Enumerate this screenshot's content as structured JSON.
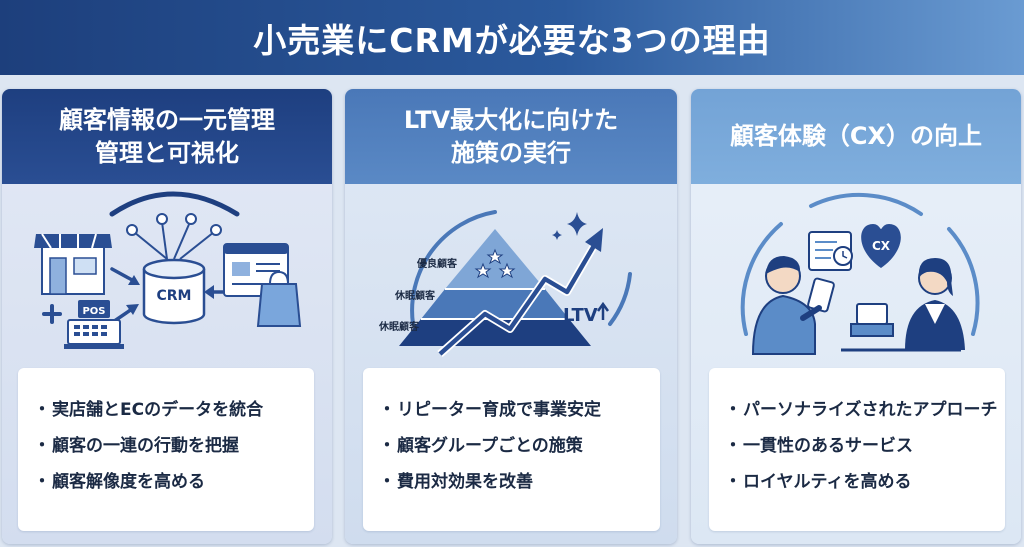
{
  "title": "小売業にCRMが必要な3つの理由",
  "panels": [
    {
      "heading_lines": [
        "顧客情報の一元管理",
        "管理と可視化"
      ],
      "illustration": {
        "icons": [
          "store-icon",
          "database-icon",
          "browser-window-icon",
          "shopping-bag-icon",
          "pos-register-icon",
          "plus-icon"
        ],
        "crm_label": "CRM",
        "pos_label": "POS"
      },
      "bullets": [
        "実店舗とECのデータを統合",
        "顧客の一連の行動を把握",
        "顧客解像度を高める"
      ]
    },
    {
      "heading_lines": [
        "LTV最大化に向けた",
        "施策の実行"
      ],
      "illustration": {
        "icons": [
          "pyramid-icon",
          "up-arrow-icon",
          "sparkle-icon"
        ],
        "tiers": [
          "優良顧客",
          "休眠顧客",
          "休眠顧客"
        ],
        "ltv_label": "LTV"
      },
      "bullets": [
        "リピーター育成で事業安定",
        "顧客グループごとの施策",
        "費用対効果を改善"
      ]
    },
    {
      "heading_lines": [
        "顧客体験（CX）の向上"
      ],
      "illustration": {
        "icons": [
          "customer-icon",
          "staff-icon",
          "history-doc-icon",
          "heart-icon",
          "register-icon"
        ],
        "heart_label": "CX"
      },
      "bullets": [
        "パーソナライズされたアプローチ",
        "一貫性のあるサービス",
        "ロイヤルティを高める"
      ]
    }
  ],
  "colors": {
    "navy": "#1e3f80",
    "mid_blue": "#4a78b8",
    "light_blue": "#7faedd",
    "text": "#1b2a44"
  }
}
